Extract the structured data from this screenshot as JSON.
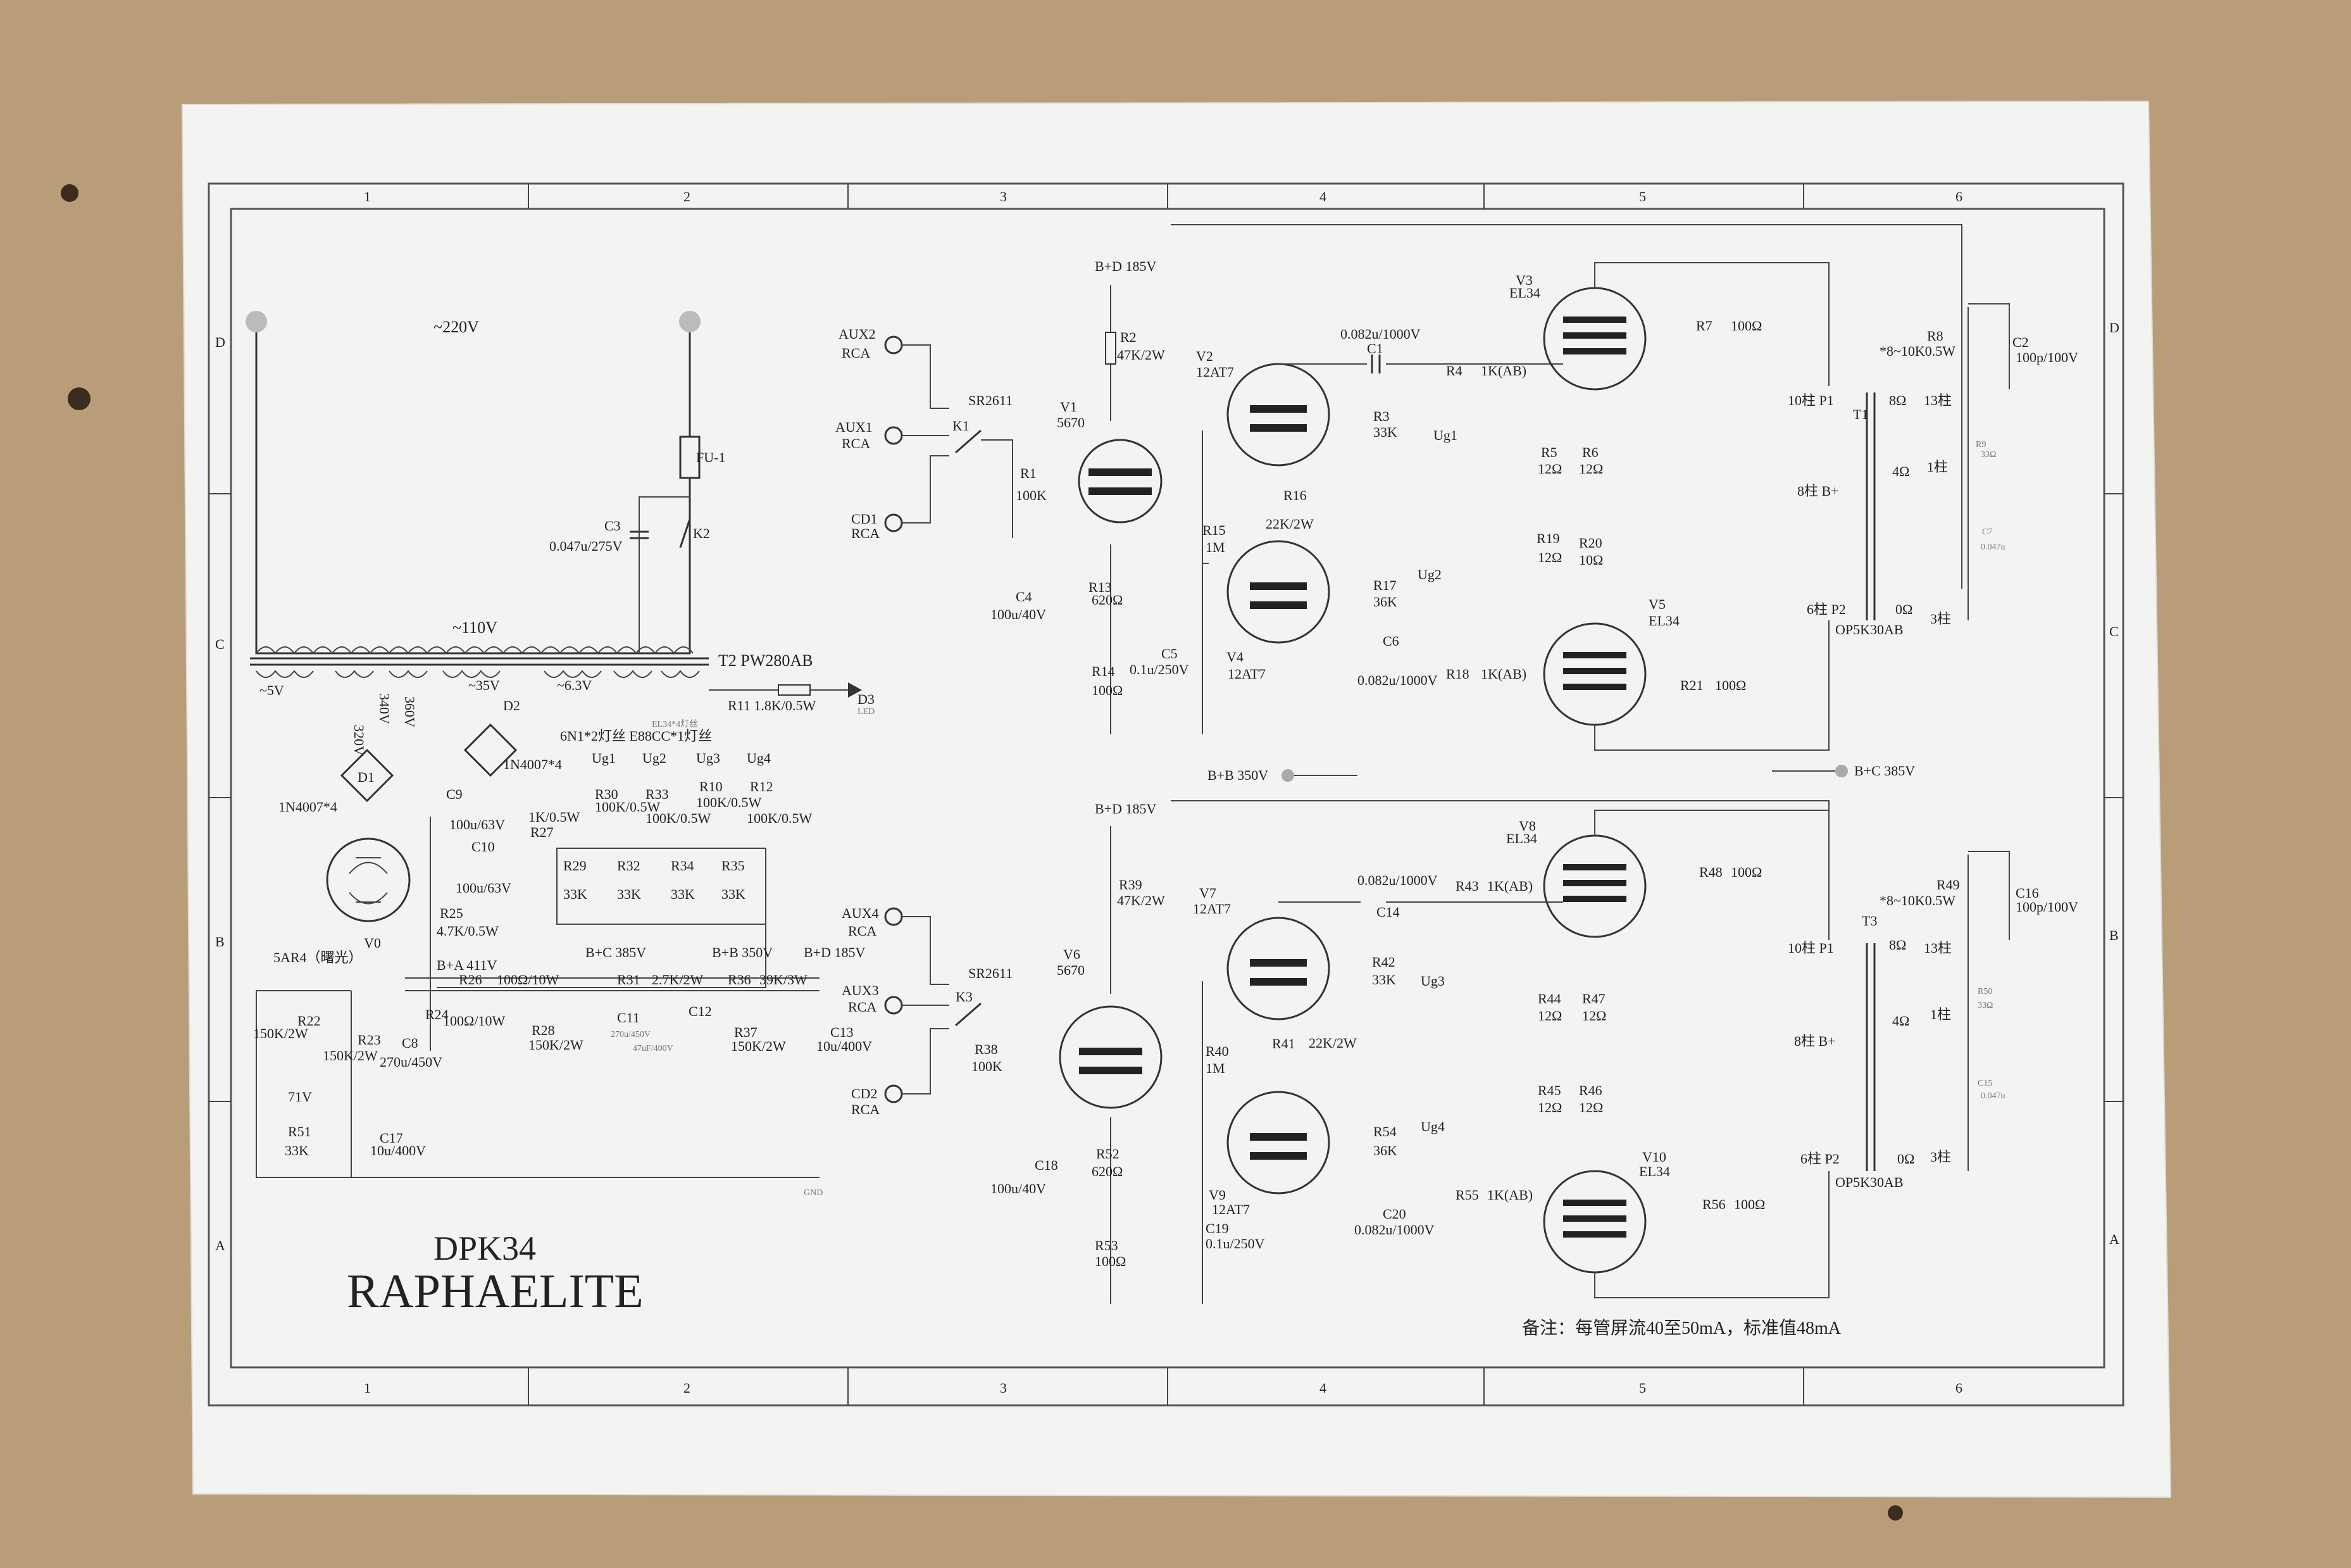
{
  "schematic": {
    "model": "DPK34",
    "name": "RAPHAELITE",
    "note": "备注：每管屏流40至50mA，标准值48mA",
    "border": {
      "cols": [
        "1",
        "2",
        "3",
        "4",
        "5",
        "6"
      ],
      "rows": [
        "D",
        "C",
        "B",
        "A"
      ]
    }
  },
  "power": {
    "ac_in": "~220V",
    "fuse": "FU-1",
    "c3": "C3",
    "c3_val": "0.047u/275V",
    "k2": "K2",
    "sec_110": "~110V",
    "t2": "T2 PW280AB",
    "minus5": "~5V",
    "v320": "320V",
    "v340": "340V",
    "v360": "360V",
    "minus35": "~35V",
    "v63": "~6.3V",
    "heater_note": "6N1*2灯丝 E88CC*1灯丝",
    "el34_note": "EL34*4灯丝",
    "d1": "D1",
    "d1_part": "1N4007*4",
    "d2": "D2",
    "d2_part": "1N4007*4",
    "d3": "D3",
    "led": "LED",
    "r11": "R11 1.8K/0.5W",
    "c9": "C9",
    "c9_val": "100u/63V",
    "c10": "C10",
    "c10_val": "100u/63V",
    "r27": "R27",
    "r27_val": "1K/0.5W",
    "r25": "R25",
    "r25_val": "4.7K/0.5W",
    "ug1": "Ug1",
    "ug2": "Ug2",
    "ug3": "Ug3",
    "ug4": "Ug4",
    "r30": "R30",
    "r30_val": "100K/0.5W",
    "r33": "R33",
    "r33_val": "100K/0.5W",
    "r10": "R10",
    "r10_val": "100K/0.5W",
    "r12": "R12",
    "r12_val": "100K/0.5W",
    "r29": "R29",
    "r32": "R32",
    "r34": "R34",
    "r35": "R35",
    "r33k": "33K",
    "v0": "V0",
    "v0_tube": "5AR4（曙光）",
    "c8": "C8",
    "c8_val": "270u/450V",
    "ba": "B+A 411V",
    "bc": "B+C 385V",
    "bb": "B+B 350V",
    "bd": "B+D 185V",
    "r26": "R26",
    "r26_val": "100Ω/10W",
    "r24": "R24",
    "r24_val": "100Ω/10W",
    "r31": "R31",
    "r31_val": "2.7K/2W",
    "r36": "R36",
    "r36_val": "39K/3W",
    "r22": "R22",
    "r22_val": "150K/2W",
    "r23": "R23",
    "r23_val": "150K/2W",
    "r28": "R28",
    "r28_val": "150K/2W",
    "r37": "R37",
    "r37_val": "150K/2W",
    "c11": "C11",
    "c11_val": "270u/450V",
    "c12": "C12",
    "c12_val": "47uF/400V",
    "c13": "C13",
    "c13_val": "10u/400V",
    "v71": "71V",
    "r51": "R51",
    "r51_val": "33K",
    "c17": "C17",
    "c17_val": "10u/400V",
    "gnd": "GND"
  },
  "ch1": {
    "aux2": "AUX2",
    "aux1": "AUX1",
    "cd1": "CD1",
    "rca": "RCA",
    "sr": "SR2611",
    "k1": "K1",
    "r1": "R1",
    "r1_val": "100K",
    "bd": "B+D 185V",
    "r2": "R2",
    "r2_val": "47K/2W",
    "v1": "V1",
    "v1_tube": "5670",
    "r13": "R13",
    "r13_val": "620Ω",
    "c4": "C4",
    "c4_val": "100u/40V",
    "r14": "R14",
    "r14_val": "100Ω",
    "v2": "V2",
    "v2_tube": "12AT7",
    "r15": "R15",
    "r15_val": "1M",
    "r16": "R16",
    "r16_val": "22K/2W",
    "c5": "C5",
    "c5_val": "0.1u/250V",
    "v4": "V4",
    "v4_tube": "12AT7",
    "c1": "C1",
    "c1_val": "0.082u/1000V",
    "r3": "R3",
    "r3_val": "33K",
    "ug1": "Ug1",
    "r4": "R4",
    "r4_val": "1K(AB)",
    "r17": "R17",
    "r17_val": "36K",
    "ug2": "Ug2",
    "c6": "C6",
    "c6_val": "0.082u/1000V",
    "r18": "R18",
    "r18_val": "1K(AB)",
    "v3": "V3",
    "v3_tube": "EL34",
    "v5": "V5",
    "v5_tube": "EL34",
    "r5": "R5",
    "r6": "R6",
    "r19": "R19",
    "r20": "R20",
    "r12ohm": "12Ω",
    "r10ohm": "10Ω",
    "r7": "R7",
    "r7_val": "100Ω",
    "r21": "R21",
    "r21_val": "100Ω",
    "t1": "T1",
    "t1_part": "OP5K30AB",
    "r8": "R8",
    "r8_val": "*8~10K0.5W",
    "c2": "C2",
    "c2_val": "100p/100V",
    "r9": "R9",
    "r9_val": "33Ω",
    "c7": "C7",
    "c7_val": "0.047u",
    "p1": "10柱 P1",
    "bplus": "8柱 B+",
    "p2": "6柱 P2",
    "o8": "8Ω",
    "o13": "13柱",
    "o4": "4Ω",
    "o1": "1柱",
    "o0": "0Ω",
    "o3": "3柱",
    "bb": "B+B 350V",
    "bc": "B+C 385V"
  },
  "ch2": {
    "aux4": "AUX4",
    "aux3": "AUX3",
    "cd2": "CD2",
    "rca": "RCA",
    "sr": "SR2611",
    "k3": "K3",
    "r38": "R38",
    "r38_val": "100K",
    "bd": "B+D 185V",
    "r39": "R39",
    "r39_val": "47K/2W",
    "v6": "V6",
    "v6_tube": "5670",
    "r52": "R52",
    "r52_val": "620Ω",
    "c18": "C18",
    "c18_val": "100u/40V",
    "r53": "R53",
    "r53_val": "100Ω",
    "v7": "V7",
    "v7_tube": "12AT7",
    "r40": "R40",
    "r40_val": "1M",
    "r41": "R41",
    "r41_val": "22K/2W",
    "c19": "C19",
    "c19_val": "0.1u/250V",
    "v9": "V9",
    "v9_tube": "12AT7",
    "c14": "C14",
    "c14_val": "0.082u/1000V",
    "r42": "R42",
    "r42_val": "33K",
    "ug3": "Ug3",
    "r43": "R43",
    "r43_val": "1K(AB)",
    "r54": "R54",
    "r54_val": "36K",
    "ug4": "Ug4",
    "c20": "C20",
    "c20_val": "0.082u/1000V",
    "r55": "R55",
    "r55_val": "1K(AB)",
    "v8": "V8",
    "v8_tube": "EL34",
    "v10": "V10",
    "v10_tube": "EL34",
    "r44": "R44",
    "r47": "R47",
    "r45": "R45",
    "r46": "R46",
    "r12ohm": "12Ω",
    "r48": "R48",
    "r48_val": "100Ω",
    "r56": "R56",
    "r56_val": "100Ω",
    "t3": "T3",
    "t3_part": "OP5K30AB",
    "r49": "R49",
    "r49_val": "*8~10K0.5W",
    "c16": "C16",
    "c16_val": "100p/100V",
    "r50": "R50",
    "r50_val": "33Ω",
    "c15": "C15",
    "c15_val": "0.047u",
    "p1": "10柱 P1",
    "bplus": "8柱 B+",
    "p2": "6柱 P2",
    "o8": "8Ω",
    "o13": "13柱",
    "o4": "4Ω",
    "o1": "1柱",
    "o0": "0Ω",
    "o3": "3柱"
  }
}
